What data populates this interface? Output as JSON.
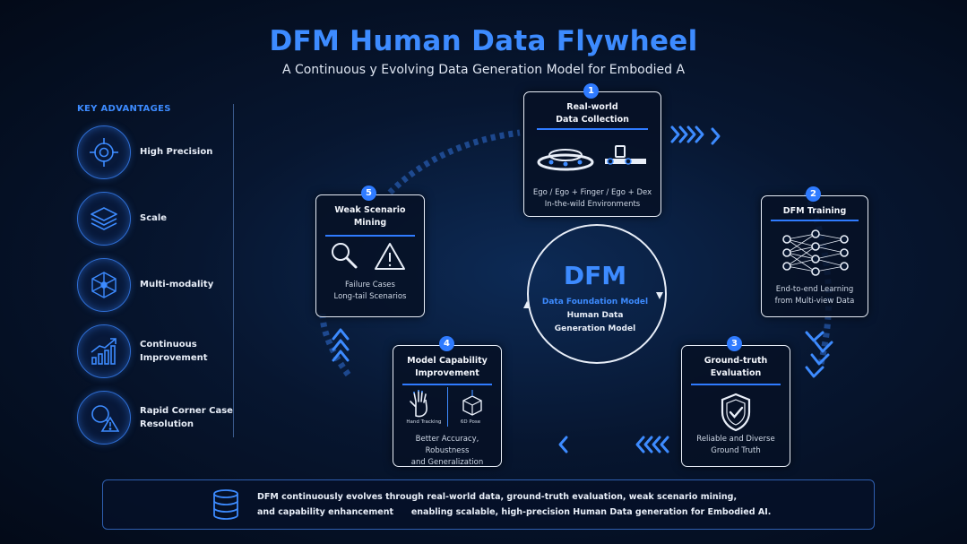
{
  "header": {
    "title": "DFM Human Data Flywheel",
    "subtitle": "A Continuous y Evolving Data Generation Model for Embodied A"
  },
  "advantages": {
    "heading": "KEY ADVANTAGES",
    "items": [
      {
        "label": "High Precision",
        "icon": "target-icon"
      },
      {
        "label": "Scale",
        "icon": "layers-icon"
      },
      {
        "label": "Multi-modality",
        "icon": "network-cube-icon"
      },
      {
        "label": "Continuous Improvement",
        "icon": "growth-chart-icon"
      },
      {
        "label": "Rapid Corner Case Resolution",
        "icon": "search-warning-icon"
      }
    ]
  },
  "center": {
    "title": "DFM",
    "line1": "Data Foundation Model",
    "line2": "Human Data",
    "line3": "Generation Model"
  },
  "steps": [
    {
      "number": "1",
      "title": "Real-world\nData Collection",
      "desc": "Ego / Ego + Finger / Ego + Dex\nIn-the-wild Environments",
      "icon": "wearable-device-icon"
    },
    {
      "number": "2",
      "title": "DFM Training",
      "desc": "End-to-end Learning\nfrom Multi-view Data",
      "icon": "neural-network-icon"
    },
    {
      "number": "3",
      "title": "Ground-truth\nEvaluation",
      "desc": "Reliable and Diverse\nGround Truth",
      "icon": "shield-check-icon"
    },
    {
      "number": "4",
      "title": "Model Capability\nImprovement",
      "desc": "Better Accuracy, Robustness\nand Generalization",
      "icon": "hand-tracking-icon",
      "sub_labels": [
        "Hand Tracking",
        "6D Pose"
      ]
    },
    {
      "number": "5",
      "title": "Weak Scenario\nMining",
      "desc": "Failure Cases\nLong-tail Scenarios",
      "icon": "magnifier-warning-icon"
    }
  ],
  "footer": {
    "line1": "DFM continuously evolves through real-world data, ground-truth evaluation, weak scenario mining,",
    "line2": "and capability enhancement      enabling scalable, high-precision Human Data generation for Embodied AI.",
    "icon": "database-icon"
  },
  "colors": {
    "accent": "#3d8bff",
    "background": "#071630",
    "card_border": "#e8eef8"
  }
}
